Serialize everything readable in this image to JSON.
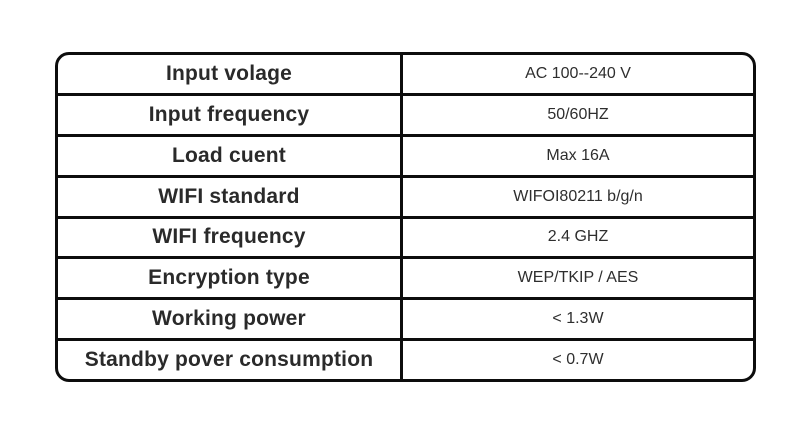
{
  "table": {
    "rows": [
      {
        "label": "Input volage",
        "value": "AC 100--240 V"
      },
      {
        "label": "Input frequency",
        "value": "50/60HZ"
      },
      {
        "label": "Load cuent",
        "value": "Max 16A"
      },
      {
        "label": "WIFI standard",
        "value": "WIFOI80211 b/g/n"
      },
      {
        "label": "WIFI frequency",
        "value": "2.4 GHZ"
      },
      {
        "label": "Encryption type",
        "value": "WEP/TKIP / AES"
      },
      {
        "label": "Working power",
        "value": "< 1.3W"
      },
      {
        "label": "Standby pover consumption",
        "value": "< 0.7W"
      }
    ],
    "colors": {
      "border": "#0d0d0d",
      "label_text": "#2a2a2a",
      "value_text": "#2e2e2e",
      "background": "#ffffff"
    }
  }
}
